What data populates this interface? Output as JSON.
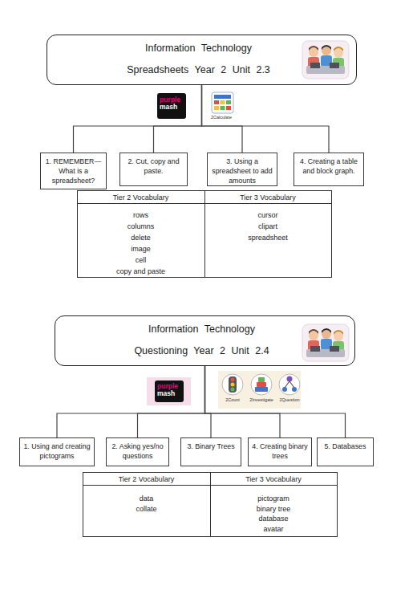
{
  "diagram": {
    "nodes": [
      {
        "text": [
          "Information Technology",
          "Spreadsheets Year 2 Unit 2.3"
        ]
      },
      {
        "text": [
          "1. REMEMBER— What is a spreadsheet?"
        ]
      },
      {
        "text": [
          "2. Cut, copy and paste."
        ]
      },
      {
        "text": [
          "3. Using a spreadsheet to add amounts"
        ]
      },
      {
        "text": [
          "4. Creating a table and block graph."
        ]
      },
      {
        "text": [
          "Information Technology",
          "Questioning Year 2 Unit 2.4"
        ]
      },
      {
        "text": [
          "1. Using and creating pictograms"
        ]
      },
      {
        "text": [
          "2. Asking yes/no questions"
        ]
      },
      {
        "text": [
          "3. Binary Trees"
        ]
      },
      {
        "text": [
          "4. Creating binary trees"
        ]
      },
      {
        "text": [
          "5. Databases"
        ]
      }
    ],
    "edges": [
      {
        "from": 0,
        "to": 1,
        "arrow": "none"
      },
      {
        "from": 0,
        "to": 2,
        "arrow": "none"
      },
      {
        "from": 0,
        "to": 3,
        "arrow": "none"
      },
      {
        "from": 0,
        "to": 4,
        "arrow": "none"
      },
      {
        "from": 5,
        "to": 6,
        "arrow": "none"
      },
      {
        "from": 5,
        "to": 7,
        "arrow": "none"
      },
      {
        "from": 5,
        "to": 8,
        "arrow": "none"
      },
      {
        "from": 5,
        "to": 9,
        "arrow": "none"
      },
      {
        "from": 5,
        "to": 10,
        "arrow": "none"
      }
    ],
    "labels": [
      "purple mash",
      "2Calculate",
      "Tier 2 Vocabulary",
      "Tier 3 Vocabulary",
      "rows",
      "columns",
      "delete",
      "image",
      "cell",
      "copy and paste",
      "cursor",
      "clipart",
      "spreadsheet",
      "purple mash",
      "2Count",
      "2Investigate",
      "2Question",
      "Tier 2 Vocabulary",
      "Tier 3 Vocabulary",
      "data",
      "collate",
      "pictogram",
      "binary tree",
      "database",
      "avatar"
    ]
  }
}
